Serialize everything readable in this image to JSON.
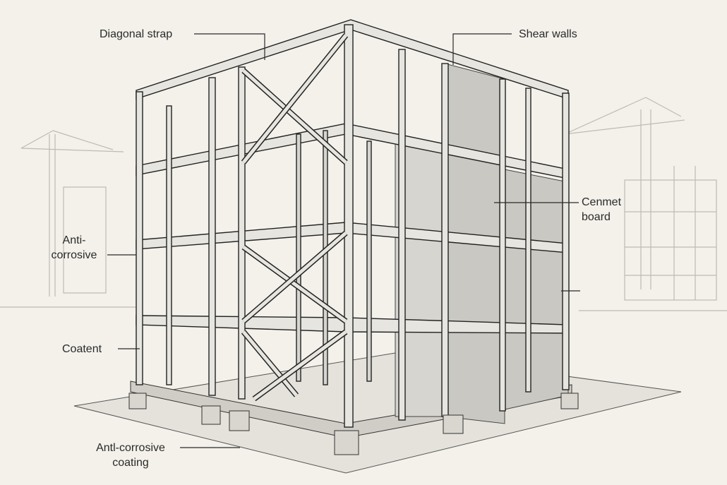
{
  "title": "Light steel frame building structure",
  "labels": {
    "diagonal_strap": "Diagonal strap",
    "shear_walls": "Shear walls",
    "cement_board_1": "Cenmet",
    "cement_board_2": "board",
    "anti_corrosive_1": "Anti-",
    "anti_corrosive_2": "corrosive",
    "coatent": "Coatent",
    "coating_1": "Antl-corrosive",
    "coating_2": "coating"
  },
  "colors": {
    "background": "#f3f1ea",
    "ink": "#2a2a2a",
    "steel": "#d9d8d2",
    "board": "#bdbcb6"
  }
}
